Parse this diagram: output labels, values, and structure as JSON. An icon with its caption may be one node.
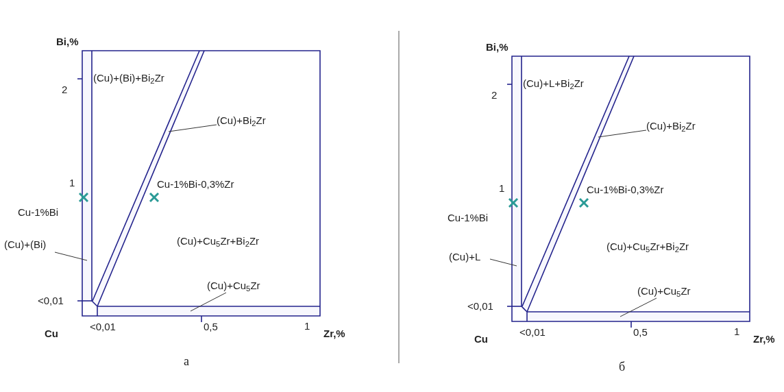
{
  "diagram": {
    "nodes": [
      {
        "text": [
          "(Cu)+Bi$_{2}$Zr"
        ]
      },
      {
        "text": [
          "(Cu)+(Bi)"
        ]
      },
      {
        "text": [
          "(Cu)+Cu$_{5}$Zr"
        ]
      },
      {
        "text": [
          "(Cu)+Bi$_{2}$Zr"
        ]
      },
      {
        "text": [
          "(Cu)+L"
        ]
      },
      {
        "text": [
          "(Cu)+Cu$_{5}$Zr"
        ]
      },
      {
        "text": [],
        "shape": "bar"
      },
      {
        "text": [],
        "shape": "bar"
      },
      {
        "text": [],
        "shape": "bar"
      },
      {
        "text": [],
        "shape": "bar"
      },
      {
        "text": [],
        "shape": "bar"
      },
      {
        "text": [],
        "shape": "bar"
      }
    ],
    "edges": [
      {
        "from": 0,
        "to": 6,
        "arrow": "none"
      },
      {
        "from": 1,
        "to": 7,
        "arrow": "none"
      },
      {
        "from": 2,
        "to": 8,
        "arrow": "none"
      },
      {
        "from": 3,
        "to": 9,
        "arrow": "none"
      },
      {
        "from": 4,
        "to": 10,
        "arrow": "none"
      },
      {
        "from": 5,
        "to": 11,
        "arrow": "none"
      }
    ],
    "labels": [
      "Bi,%",
      "(Cu)+(Bi)+Bi$_{2}$Zr",
      "2",
      "1",
      "Cu-1%Bi-0,3%Zr",
      "Cu-1%Bi",
      "(Cu)+Cu$_{5}$Zr+Bi$_{2}$Zr",
      "<0,01",
      "<0,01",
      "0,5",
      "1",
      "Cu",
      "Zr,%",
      "а",
      "Bi,%",
      "(Cu)+L+Bi$_{2}$Zr",
      "2",
      "1",
      "Cu-1%Bi-0,3%Zr",
      "Cu-1%Bi",
      "(Cu)+Cu$_{5}$Zr+Bi$_{2}$Zr",
      "<0,01",
      "<0,01",
      "0,5",
      "1",
      "Cu",
      "Zr,%",
      "б"
    ]
  }
}
